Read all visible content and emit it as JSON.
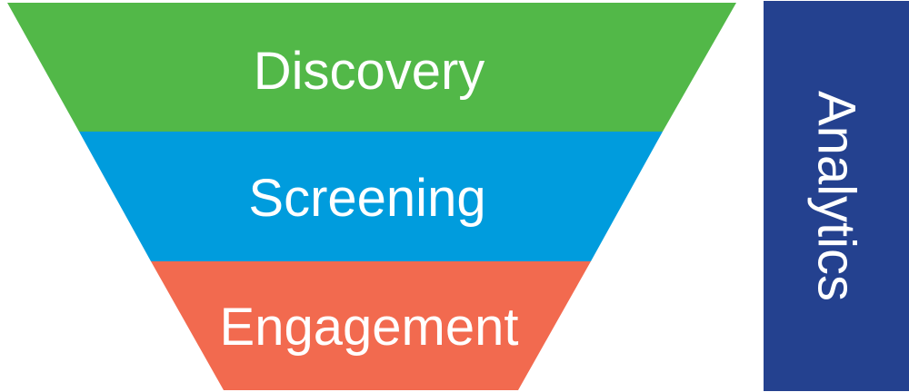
{
  "funnel": {
    "stages": [
      {
        "label": "Discovery",
        "color": "#52b848"
      },
      {
        "label": "Screening",
        "color": "#009cdd"
      },
      {
        "label": "Engagement",
        "color": "#f26a4f"
      }
    ]
  },
  "sidebar": {
    "label": "Analytics",
    "color": "#24418f"
  }
}
